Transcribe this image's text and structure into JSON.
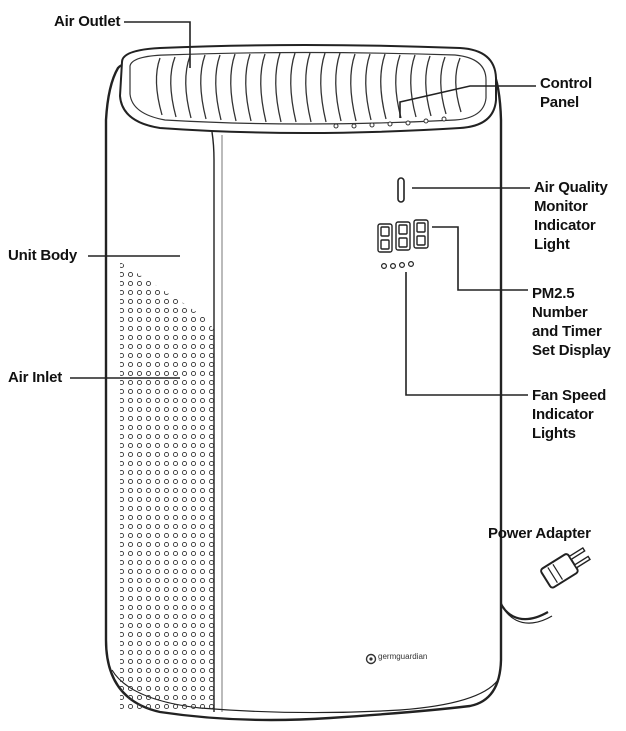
{
  "labels": {
    "air_outlet": [
      "Air Outlet"
    ],
    "control_panel": [
      "Control",
      "Panel"
    ],
    "air_quality": [
      "Air Quality",
      "Monitor",
      "Indicator",
      "Light"
    ],
    "unit_body": [
      "Unit Body"
    ],
    "pm25": [
      "PM2.5",
      "Number",
      "and Timer",
      "Set Display"
    ],
    "air_inlet": [
      "Air Inlet"
    ],
    "fan_speed": [
      "Fan Speed",
      "Indicator",
      "Lights"
    ],
    "power_adapter": [
      "Power Adapter"
    ]
  },
  "logo_text": "germguardian",
  "colors": {
    "line": "#222222",
    "text": "#111111",
    "background": "#ffffff"
  }
}
